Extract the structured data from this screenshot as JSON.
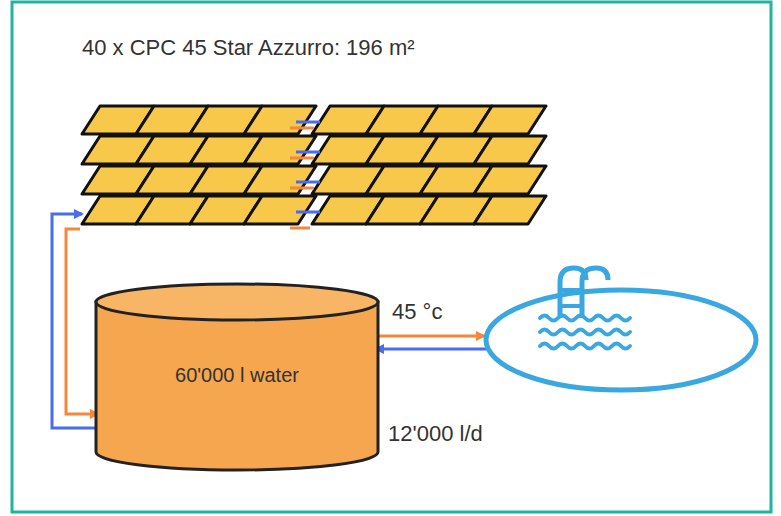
{
  "diagram": {
    "nodes": [
      {
        "text": [
          "60'000 l water"
        ]
      }
    ],
    "labels": [
      "40 x CPC 45 Star Azzurro: 196 m²",
      "45 °c",
      "12'000 l/d"
    ]
  }
}
